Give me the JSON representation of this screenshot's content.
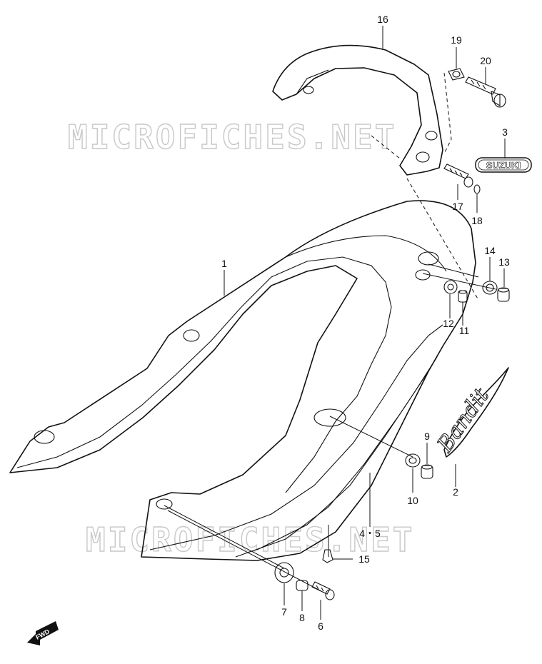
{
  "watermark": "MICROFICHES.NET",
  "badges": {
    "suzuki": "SUZUKI",
    "script_emblem": "Bandit",
    "fwd": "FWD"
  },
  "callouts": {
    "c1": "1",
    "c2": "2",
    "c3": "3",
    "c45": "4・5",
    "c6": "6",
    "c7": "7",
    "c8": "8",
    "c9": "9",
    "c10": "10",
    "c11": "11",
    "c12": "12",
    "c13": "13",
    "c14": "14",
    "c15": "15",
    "c16": "16",
    "c17": "17",
    "c18": "18",
    "c19": "19",
    "c20": "20"
  }
}
